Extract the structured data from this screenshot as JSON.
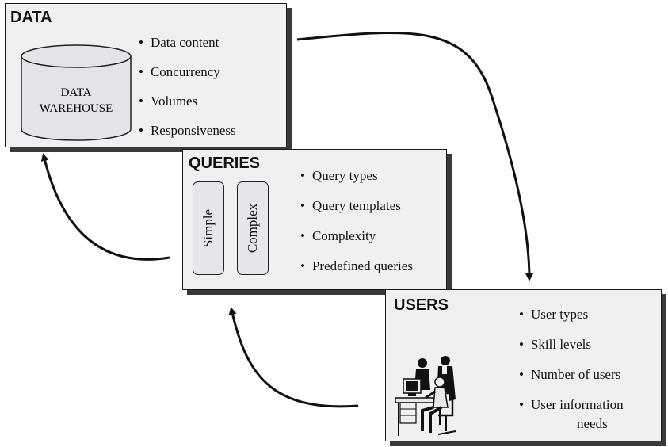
{
  "data_panel": {
    "title": "DATA",
    "cylinder_label_line1": "DATA",
    "cylinder_label_line2": "WAREHOUSE",
    "bullets": [
      "Data content",
      "Concurrency",
      "Volumes",
      "Responsiveness"
    ]
  },
  "queries_panel": {
    "title": "QUERIES",
    "simple_label": "Simple",
    "complex_label": "Complex",
    "bullets": [
      "Query types",
      "Query templates",
      "Complexity",
      "Predefined queries"
    ]
  },
  "users_panel": {
    "title": "USERS",
    "bullets": [
      "User types",
      "Skill levels",
      "Number of users"
    ],
    "last_bullet_line1": "User information",
    "last_bullet_line2": "needs"
  },
  "bullet_char": "•",
  "colors": {
    "panel_fill": "#f0f0f2",
    "border": "#1a1a1a",
    "shadow": "#3a3a3a",
    "arrow": "#111111"
  }
}
